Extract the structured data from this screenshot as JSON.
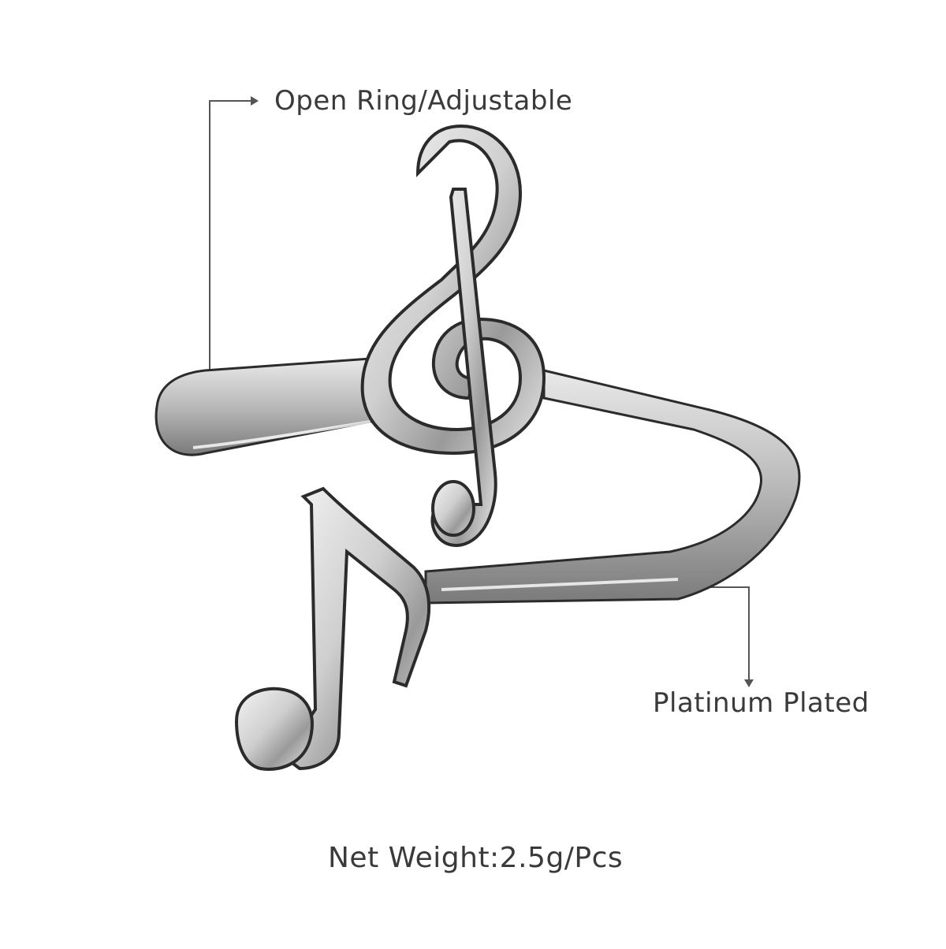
{
  "annotations": {
    "open_ring": "Open Ring/Adjustable",
    "plating": "Platinum Plated",
    "net_weight": "Net Weight:2.5g/Pcs"
  },
  "product": {
    "description_icon": "treble-clef-and-eighth-note-ring",
    "metal_color": "#c8c8c8",
    "outline_color": "#2b2b2b",
    "line_color": "#555555"
  }
}
